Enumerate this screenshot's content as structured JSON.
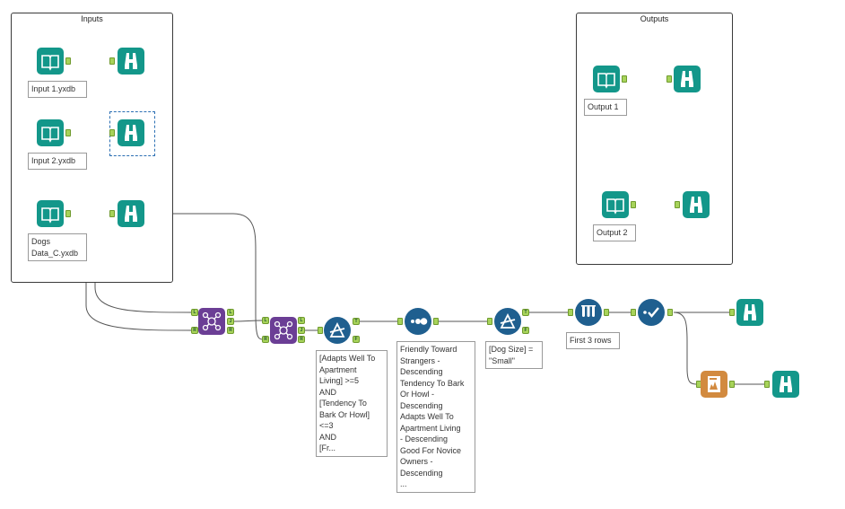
{
  "containers": {
    "inputs": "Inputs",
    "outputs": "Outputs"
  },
  "tools": {
    "input1": {
      "label": "Input 1.yxdb",
      "icon": "input-data-book-icon"
    },
    "input2": {
      "label": "Input 2.yxdb",
      "icon": "input-data-book-icon"
    },
    "input3": {
      "label": "Dogs\nData_C.yxdb",
      "icon": "input-data-book-icon"
    },
    "browse1": {
      "icon": "browse-binoculars-icon"
    },
    "browse2": {
      "icon": "browse-binoculars-icon"
    },
    "browse3": {
      "icon": "browse-binoculars-icon"
    },
    "join1": {
      "icon": "join-icon",
      "anchors": [
        "L",
        "J",
        "R"
      ]
    },
    "join2": {
      "icon": "join-icon",
      "anchors": [
        "L",
        "J",
        "R"
      ]
    },
    "filter1": {
      "label": "[Adapts Well To\nApartment\nLiving] >=5\nAND\n[Tendency To\nBark Or Howl]\n<=3\nAND\n[Fr...",
      "icon": "filter-icon",
      "anchors": [
        "T",
        "F"
      ]
    },
    "sort1": {
      "label": "Friendly Toward\nStrangers -\nDescending\nTendency To Bark\nOr Howl -\nDescending\nAdapts Well To\nApartment Living\n- Descending\nGood For Novice\nOwners -\nDescending\n...",
      "icon": "sort-icon"
    },
    "filter2": {
      "label": "[Dog Size] =\n\"Small\"",
      "icon": "filter-icon",
      "anchors": [
        "T",
        "F"
      ]
    },
    "sample1": {
      "label": "First 3 rows",
      "icon": "sample-icon"
    },
    "select1": {
      "icon": "select-icon"
    },
    "browse4": {
      "icon": "browse-binoculars-icon"
    },
    "report1": {
      "icon": "report-icon"
    },
    "browse5": {
      "icon": "browse-binoculars-icon"
    },
    "output1": {
      "label": "Output 1",
      "icon": "input-data-book-icon"
    },
    "browse6": {
      "icon": "browse-binoculars-icon"
    },
    "output2": {
      "label": "Output 2",
      "icon": "input-data-book-icon"
    },
    "browse7": {
      "icon": "browse-binoculars-icon"
    }
  },
  "colors": {
    "io_tool": "#13978a",
    "join_tool": "#6b3e95",
    "preparation_tool": "#1f5f8f",
    "reporting_tool": "#d28a3f",
    "anchor": "#a7d35a",
    "selected_connection": "#1a1aa6"
  }
}
